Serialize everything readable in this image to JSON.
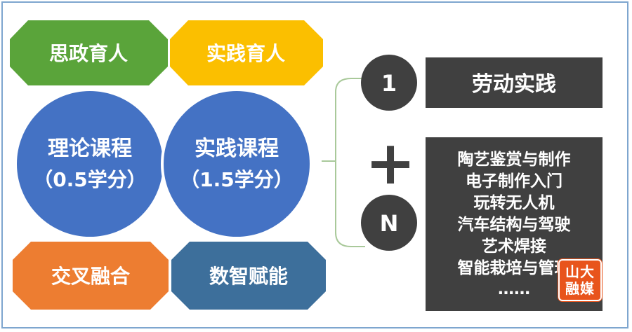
{
  "colors": {
    "green": "#5aa43a",
    "yellow": "#fbbf00",
    "blue_circle": "#4472c4",
    "orange": "#ed7d31",
    "steel_blue": "#3d6f9b",
    "dark_gray": "#404040",
    "line_green": "#a9c99a",
    "logo_orange": "#e8541c"
  },
  "badges": {
    "top_left": "思政育人",
    "top_right": "实践育人",
    "bottom_left": "交叉融合",
    "bottom_right": "数智赋能"
  },
  "circles": {
    "left": {
      "title": "理论课程",
      "credit": "（0.5学分）"
    },
    "right": {
      "title": "实践课程",
      "credit": "（1.5学分）"
    }
  },
  "formula": {
    "one": "1",
    "plus": "+",
    "n": "N"
  },
  "boxes": {
    "one_box": "劳动实践",
    "n_items": [
      "陶艺鉴赏与制作",
      "电子制作入门",
      "玩转无人机",
      "汽车结构与驾驶",
      "艺术焊接",
      "智能栽培与管理",
      "……"
    ]
  },
  "logo": {
    "line1": "山大",
    "line2": "融媒"
  }
}
